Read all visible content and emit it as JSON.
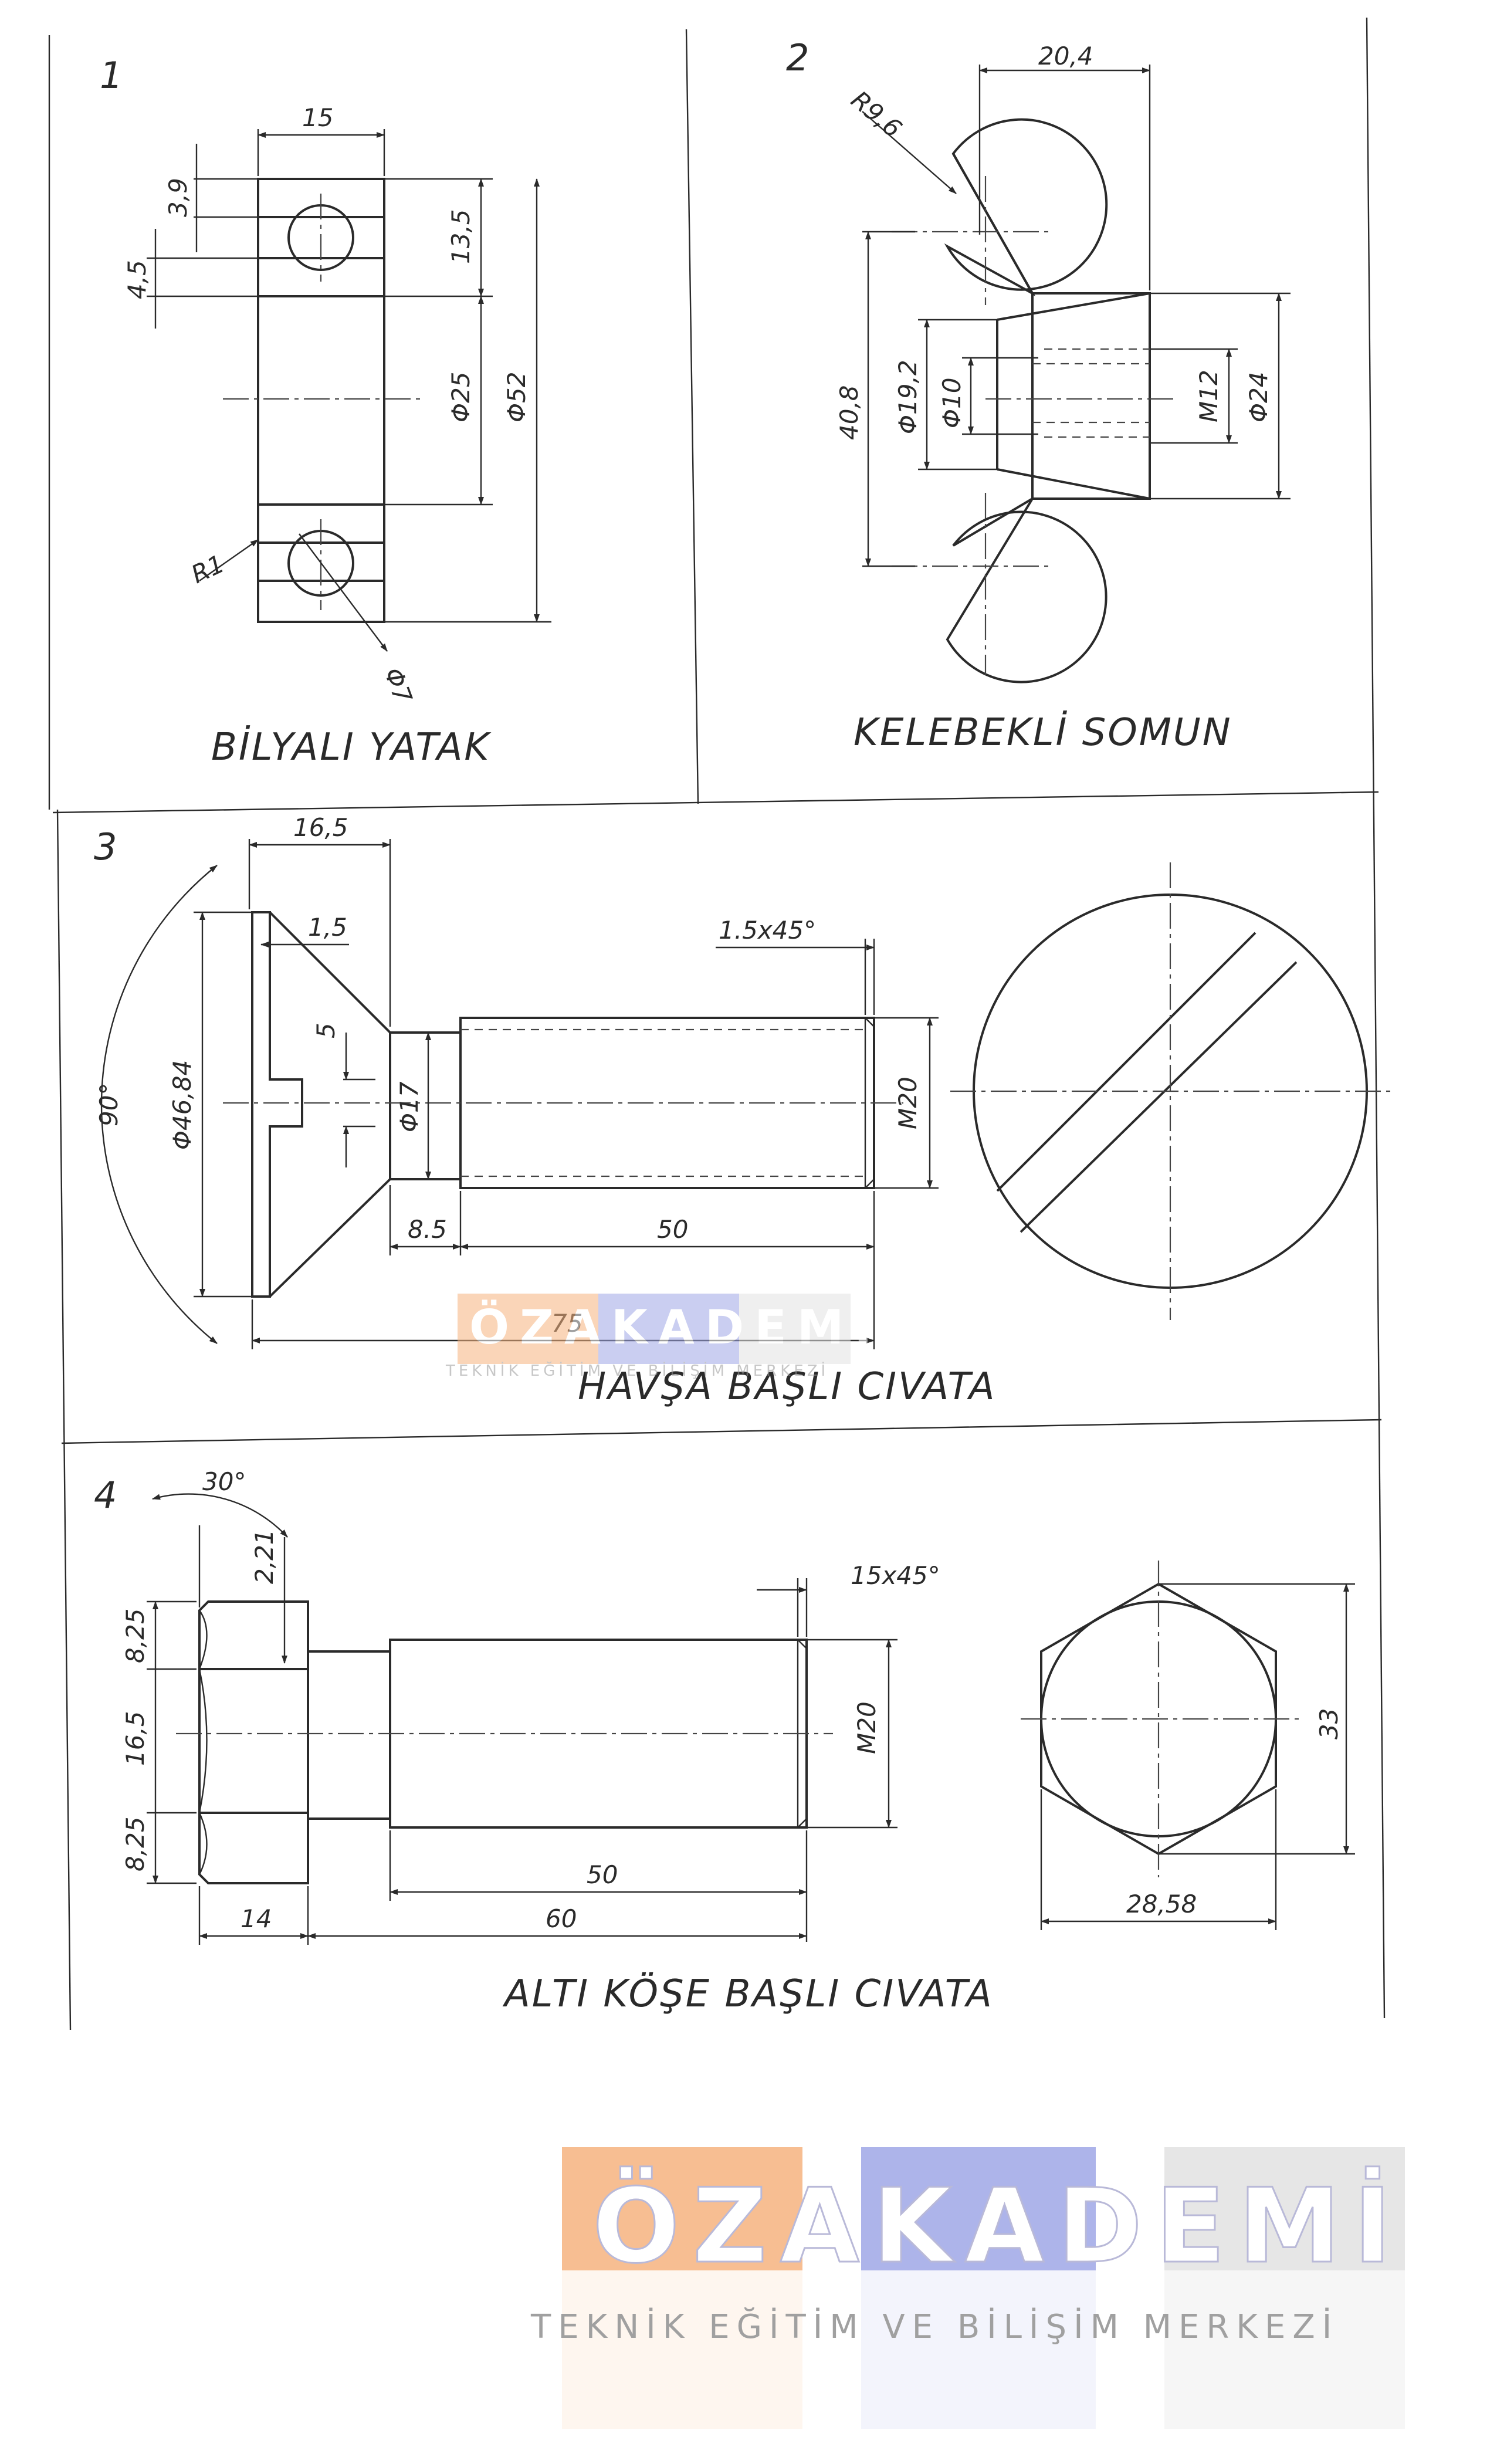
{
  "panels": [
    {
      "number": "1",
      "title": "BİLYALI YATAK",
      "dims": {
        "d_15": "15",
        "d_3_9": "3,9",
        "d_4_5": "4,5",
        "d_13_5": "13,5",
        "d_phi25": "Φ25",
        "d_phi52": "Φ52",
        "d_r1": "R1",
        "d_phi7": "Φ7"
      }
    },
    {
      "number": "2",
      "title": "KELEBEKLİ SOMUN",
      "dims": {
        "d_20_4": "20,4",
        "d_r9_6": "R9,6",
        "d_40_8": "40,8",
        "d_phi19_2": "Φ19,2",
        "d_phi10": "Φ10",
        "d_m12": "M12",
        "d_phi24": "Φ24"
      }
    },
    {
      "number": "3",
      "title": "HAVŞA BAŞLI CIVATA",
      "dims": {
        "d_16_5": "16,5",
        "d_1_5": "1,5",
        "d_chamfer": "1.5x45°",
        "d_5": "5",
        "d_90": "90°",
        "d_phi46_84": "Φ46,84",
        "d_phi17": "Φ17",
        "d_m20": "M20",
        "d_8_5": "8.5",
        "d_50": "50",
        "d_75": "75"
      }
    },
    {
      "number": "4",
      "title": "ALTI KÖŞE BAŞLI CIVATA",
      "dims": {
        "d_30": "30°",
        "d_2_21": "2,21",
        "d_chamfer": "15x45°",
        "d_8_25a": "8,25",
        "d_16_5": "16,5",
        "d_8_25b": "8,25",
        "d_m20": "M20",
        "d_50": "50",
        "d_14": "14",
        "d_60": "60",
        "d_33": "33",
        "d_28_58": "28,58"
      }
    }
  ],
  "watermark": {
    "brand": "ÖZAKADEMİ",
    "tagline": "TEKNİK EĞİTİM VE BİLİŞİM MERKEZİ",
    "colors": [
      "#f6b37f",
      "#9fa7e6",
      "#cfcfcf"
    ]
  }
}
